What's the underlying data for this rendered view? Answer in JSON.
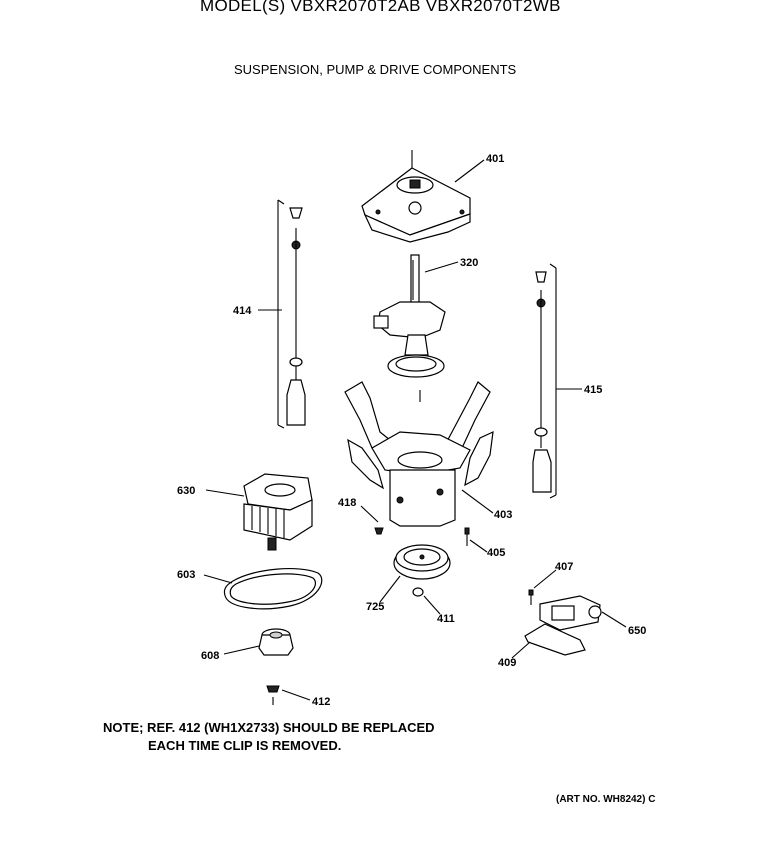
{
  "header": {
    "model_title": "MODEL(S) VBXR2070T2AB  VBXR2070T2WB",
    "section_title": "SUSPENSION, PUMP & DRIVE COMPONENTS"
  },
  "callouts": [
    {
      "ref": "401"
    },
    {
      "ref": "320"
    },
    {
      "ref": "414"
    },
    {
      "ref": "415"
    },
    {
      "ref": "630"
    },
    {
      "ref": "418"
    },
    {
      "ref": "403"
    },
    {
      "ref": "405"
    },
    {
      "ref": "603"
    },
    {
      "ref": "725"
    },
    {
      "ref": "411"
    },
    {
      "ref": "407"
    },
    {
      "ref": "650"
    },
    {
      "ref": "608"
    },
    {
      "ref": "409"
    },
    {
      "ref": "412"
    }
  ],
  "note": {
    "line1": "NOTE; REF. 412 (WH1X2733) SHOULD BE REPLACED",
    "line2": "EACH TIME CLIP IS REMOVED."
  },
  "art_number": "(ART NO. WH8242) C"
}
